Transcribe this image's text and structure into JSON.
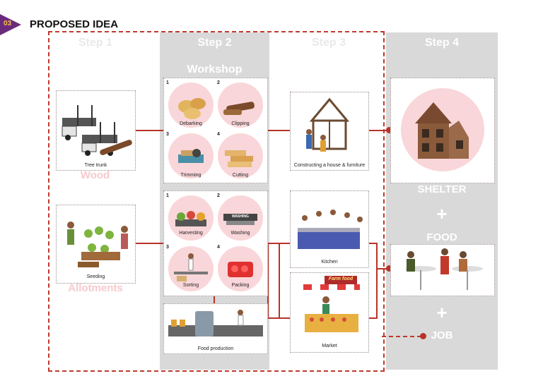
{
  "header": {
    "badge": "03",
    "title": "PROPOSED IDEA"
  },
  "steps": [
    "Step 1",
    "Step 2",
    "Step 3",
    "Step 4"
  ],
  "sections": {
    "workshop": "Workshop",
    "wood": "Wood",
    "allotments": "Allotments"
  },
  "step1": {
    "tree_trunk": "Tree trunk",
    "seeding": "Seeding"
  },
  "wood_process": [
    {
      "n": "1",
      "label": "Debarking"
    },
    {
      "n": "2",
      "label": "Clipping"
    },
    {
      "n": "3",
      "label": "Trimming"
    },
    {
      "n": "4",
      "label": "Cutting"
    }
  ],
  "food_process": [
    {
      "n": "1",
      "label": "Harvesting"
    },
    {
      "n": "2",
      "label": "Washing"
    },
    {
      "n": "3",
      "label": "Sorting"
    },
    {
      "n": "4",
      "label": "Packing"
    }
  ],
  "food_production": "Food production",
  "step3": {
    "construct": "Constructing a house & furniture",
    "kitchen": "Kitchen",
    "market": "Market",
    "farm_food_sign": "Farm food",
    "washing_sign": "WASHING"
  },
  "outcomes": {
    "shelter": "SHELTER",
    "food": "FOOD",
    "job": "JOB",
    "plus": "+"
  },
  "colors": {
    "accent_purple": "#6b2b7c",
    "line_red": "#b8322a",
    "dash_red": "#c0392b",
    "pink": "#f9d6d9",
    "gray_col": "#d9d9d9"
  }
}
